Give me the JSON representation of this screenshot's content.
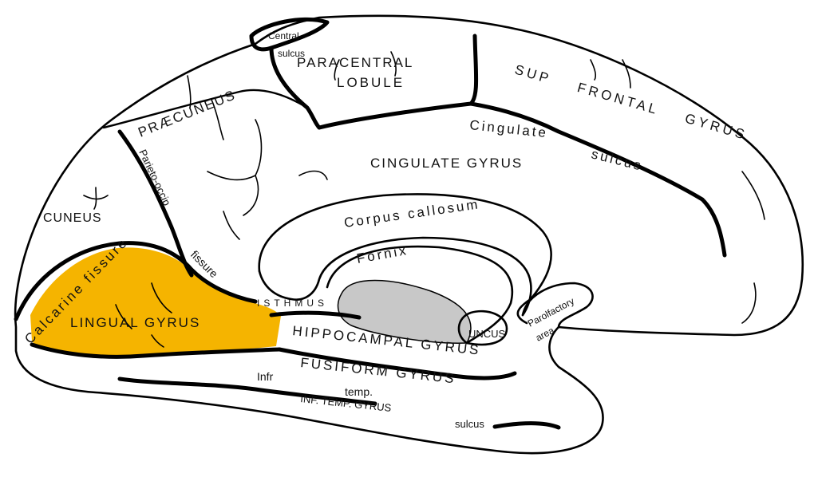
{
  "colors": {
    "highlight": "#F5B400",
    "ventricle": "#C8C8C8",
    "outline": "#000000",
    "background": "#FFFFFF"
  },
  "labels": {
    "central_sulcus_1": "Central",
    "central_sulcus_2": "sulcus",
    "paracentral_1": "PARACENTRAL",
    "paracentral_2": "LOBULE",
    "sup_frontal": "SUP    FRONTAL    GYRUS",
    "praecuneus": "PRÆCUNEUS",
    "cingulate_sulcus_1": "Cingulate",
    "cingulate_sulcus_2": "sulcus",
    "parieto_occip": "Parieto-occip",
    "cingulate_gyrus": "CINGULATE GYRUS",
    "cuneus": "CUNEUS",
    "corpus_callosum": "Corpus callosum",
    "fornix": "Fornix",
    "fissure_right": "fissure",
    "calcarine_fissure": "Calcarine fissure",
    "isthmus": "ISTHMUS",
    "parolfactory_1": "Parolfactory",
    "parolfactory_2": "area",
    "lingual_gyrus": "LINGUAL GYRUS",
    "uncus": "UNCUS",
    "hippocampal_gyrus": "HIPPOCAMPAL GYRUS",
    "fusiform_gyrus": "FUSIFORM GYRUS",
    "infr": "Infr",
    "temp": "temp.",
    "inf_temp_gyrus": "INF. TEMP. GYRUS",
    "sulcus_bottom": "sulcus"
  }
}
